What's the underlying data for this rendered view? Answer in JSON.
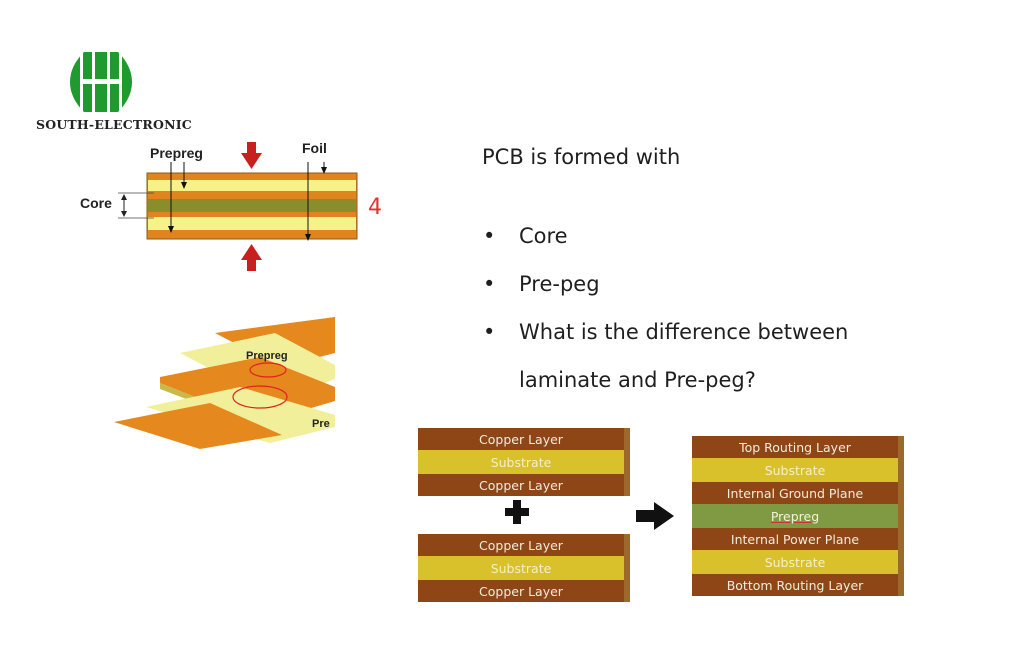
{
  "brand": {
    "name": "SOUTH-ELECTRONIC",
    "logo_icon": "hh-logo-icon",
    "logo_color": "#1e9a2e"
  },
  "cross_section": {
    "labels": {
      "prepreg": "Prepreg",
      "foil": "Foil",
      "core": "Core"
    },
    "handwritten_note": "4",
    "colors": {
      "copper": "#e2841e",
      "prepreg": "#f6f28a",
      "core": "#8a8e2a",
      "press_arrow": "#c8201f"
    }
  },
  "exploded_view": {
    "labels": [
      "Prepreg",
      "Pre"
    ]
  },
  "text": {
    "heading": "PCB is formed with",
    "bullets": [
      "Core",
      "Pre-peg",
      "What is the difference between"
    ],
    "continuation": "laminate and Pre-peg?"
  },
  "stacks": {
    "core_a": [
      "Copper Layer",
      "Substrate",
      "Copper Layer"
    ],
    "plus_icon": "plus-icon",
    "core_b": [
      "Copper Layer",
      "Substrate",
      "Copper Layer"
    ],
    "arrow_icon": "right-arrow-icon",
    "result": [
      "Top Routing Layer",
      "Substrate",
      "Internal Ground Plane",
      "Prepreg",
      "Internal Power Plane",
      "Substrate",
      "Bottom Routing Layer"
    ]
  }
}
